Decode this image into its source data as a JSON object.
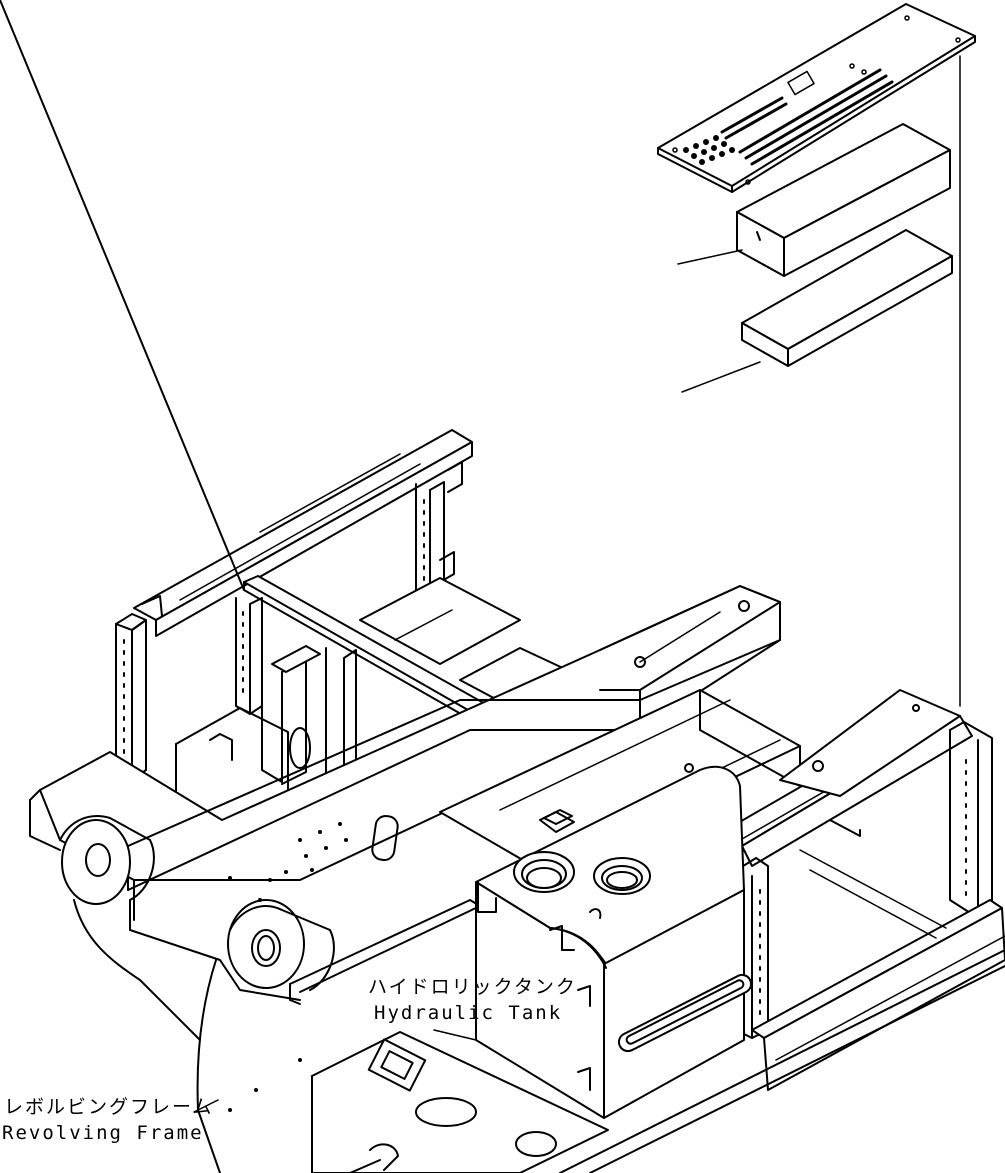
{
  "labels": {
    "tank_jp": "ハイドロリックタンク",
    "tank_en": "Hydraulic Tank",
    "frame_jp": "レボルビングフレーム",
    "frame_en": "Revolving Frame"
  },
  "colors": {
    "line": "#000000",
    "background": "#ffffff"
  }
}
